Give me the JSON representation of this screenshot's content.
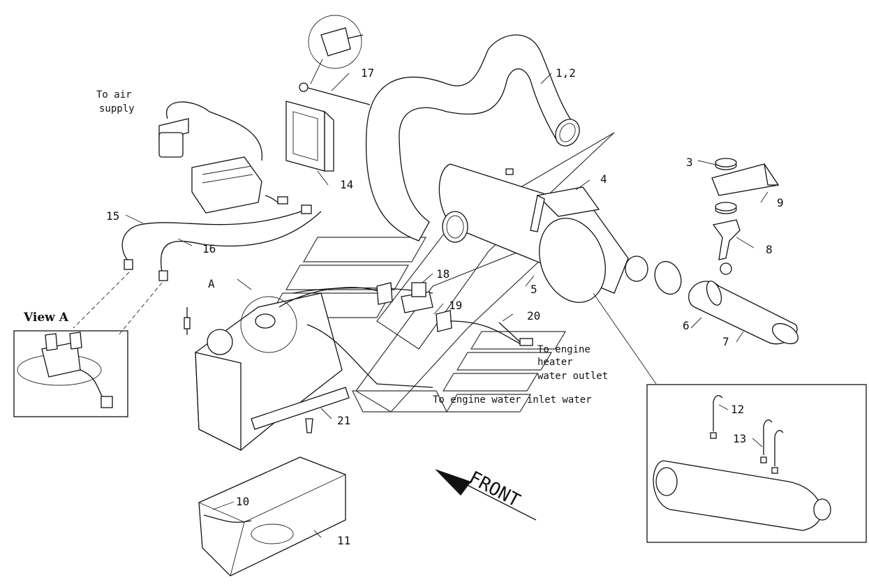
{
  "labels": {
    "p1_2": "1,2",
    "p3": "3",
    "p4": "4",
    "p5": "5",
    "p6": "6",
    "p7": "7",
    "p8": "8",
    "p9": "9",
    "p10": "10",
    "p11": "11",
    "p12": "12",
    "p13": "13",
    "p14": "14",
    "p15": "15",
    "p16": "16",
    "p17": "17",
    "p18": "18",
    "p19": "19",
    "p20": "20",
    "p21": "21",
    "A": "A"
  },
  "notes": {
    "air_supply_1": "To air",
    "air_supply_2": "supply",
    "heater_1": "To engine",
    "heater_2": "heater",
    "heater_3": "water outlet",
    "inlet": "To engine water inlet water",
    "view_a": "View A",
    "front": "FRONT"
  }
}
